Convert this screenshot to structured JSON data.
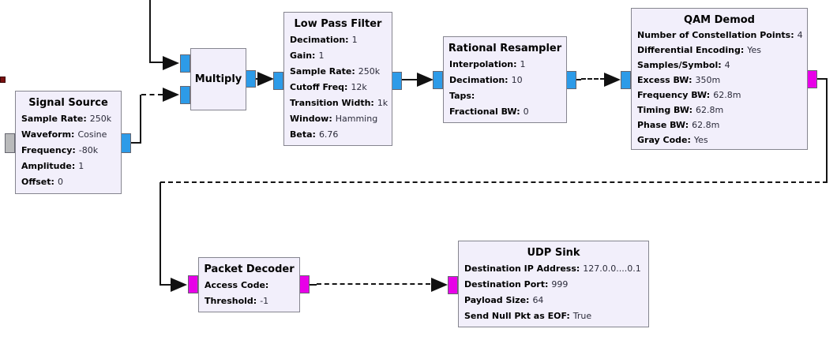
{
  "colors": {
    "block_background": "#f2effb",
    "block_border": "#85858f",
    "port_complex_blue": "#2d9be8",
    "port_byte_magenta": "#e800e8",
    "port_disabled_gray": "#b9babb",
    "wire_black": "#141414",
    "clipped_fragment_red": "#7a1010"
  },
  "blocks": {
    "signal_source": {
      "title": "Signal Source",
      "params": [
        {
          "label": "Sample Rate:",
          "value": "250k"
        },
        {
          "label": "Waveform:",
          "value": "Cosine"
        },
        {
          "label": "Frequency:",
          "value": "-80k"
        },
        {
          "label": "Amplitude:",
          "value": "1"
        },
        {
          "label": "Offset:",
          "value": "0"
        }
      ]
    },
    "multiply": {
      "title": "Multiply"
    },
    "low_pass_filter": {
      "title": "Low Pass Filter",
      "params": [
        {
          "label": "Decimation:",
          "value": "1"
        },
        {
          "label": "Gain:",
          "value": "1"
        },
        {
          "label": "Sample Rate:",
          "value": "250k"
        },
        {
          "label": "Cutoff Freq:",
          "value": "12k"
        },
        {
          "label": "Transition Width:",
          "value": "1k"
        },
        {
          "label": "Window:",
          "value": "Hamming"
        },
        {
          "label": "Beta:",
          "value": "6.76"
        }
      ]
    },
    "rational_resampler": {
      "title": "Rational Resampler",
      "params": [
        {
          "label": "Interpolation:",
          "value": "1"
        },
        {
          "label": "Decimation:",
          "value": "10"
        },
        {
          "label": "Taps:",
          "value": ""
        },
        {
          "label": "Fractional BW:",
          "value": "0"
        }
      ]
    },
    "qam_demod": {
      "title": "QAM Demod",
      "params": [
        {
          "label": "Number of Constellation Points:",
          "value": "4"
        },
        {
          "label": "Differential Encoding:",
          "value": "Yes"
        },
        {
          "label": "Samples/Symbol:",
          "value": "4"
        },
        {
          "label": "Excess BW:",
          "value": "350m"
        },
        {
          "label": "Frequency BW:",
          "value": "62.8m"
        },
        {
          "label": "Timing BW:",
          "value": "62.8m"
        },
        {
          "label": "Phase BW:",
          "value": "62.8m"
        },
        {
          "label": "Gray Code:",
          "value": "Yes"
        }
      ]
    },
    "packet_decoder": {
      "title": "Packet Decoder",
      "params": [
        {
          "label": "Access Code:",
          "value": ""
        },
        {
          "label": "Threshold:",
          "value": "-1"
        }
      ]
    },
    "udp_sink": {
      "title": "UDP Sink",
      "params": [
        {
          "label": "Destination IP Address:",
          "value": "127.0.0....0.1"
        },
        {
          "label": "Destination Port:",
          "value": "999"
        },
        {
          "label": "Payload Size:",
          "value": "64"
        },
        {
          "label": "Send Null Pkt as EOF:",
          "value": "True"
        }
      ]
    }
  },
  "connections": [
    {
      "from": "offscreen-top",
      "to": "multiply.in0",
      "style": "solid"
    },
    {
      "from": "signal_source.out",
      "to": "multiply.in1",
      "style": "solid-then-dashed"
    },
    {
      "from": "multiply.out",
      "to": "low_pass_filter.in",
      "style": "solid"
    },
    {
      "from": "low_pass_filter.out",
      "to": "rational_resampler.in",
      "style": "solid"
    },
    {
      "from": "rational_resampler.out",
      "to": "qam_demod.in",
      "style": "dashed"
    },
    {
      "from": "qam_demod.out",
      "to": "packet_decoder.in",
      "style": "solid-dashed-solid"
    },
    {
      "from": "packet_decoder.out",
      "to": "udp_sink.in",
      "style": "dashed"
    }
  ]
}
